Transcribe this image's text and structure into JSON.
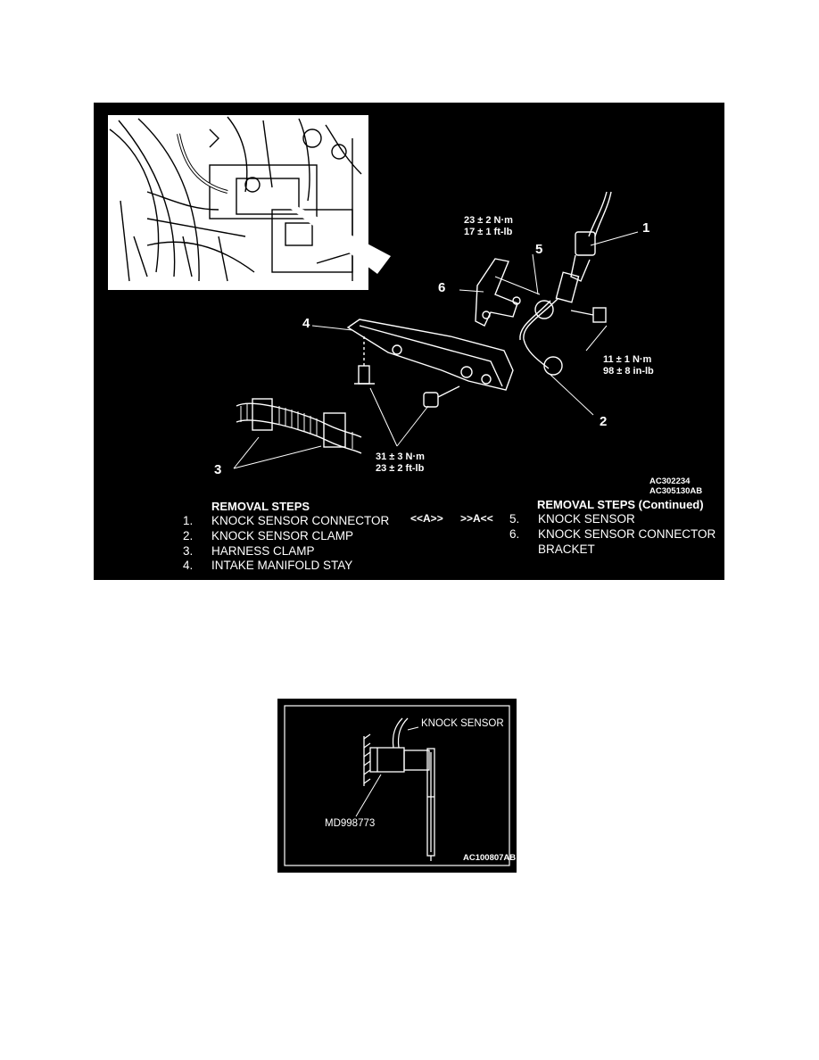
{
  "figure1": {
    "callouts": [
      "1",
      "2",
      "3",
      "4",
      "5",
      "6"
    ],
    "torque_top": [
      "23 ± 2 N·m",
      "17 ± 1 ft-lb"
    ],
    "torque_right": [
      "11 ± 1 N·m",
      "98 ± 8 in-lb"
    ],
    "torque_bottom": [
      "31 ± 3 N·m",
      "23 ± 2 ft-lb"
    ],
    "codes": [
      "AC302234",
      "AC305130AB"
    ],
    "steps_title": "REMOVAL STEPS",
    "steps_title_continued": "REMOVAL STEPS (Continued)",
    "marker_a1": "<<A>>",
    "marker_a2": ">>A<<",
    "steps": [
      {
        "num": "1.",
        "text": "KNOCK SENSOR CONNECTOR"
      },
      {
        "num": "2.",
        "text": "KNOCK SENSOR CLAMP"
      },
      {
        "num": "3.",
        "text": "HARNESS CLAMP"
      },
      {
        "num": "4.",
        "text": "INTAKE MANIFOLD STAY"
      }
    ],
    "steps_continued": [
      {
        "num": "5.",
        "text": "KNOCK SENSOR"
      },
      {
        "num": "6.",
        "text": "KNOCK SENSOR CONNECTOR"
      },
      {
        "num": "",
        "text": "BRACKET"
      }
    ]
  },
  "figure2": {
    "label_sensor": "KNOCK SENSOR",
    "label_tool": "MD998773",
    "code": "AC100807AB"
  }
}
